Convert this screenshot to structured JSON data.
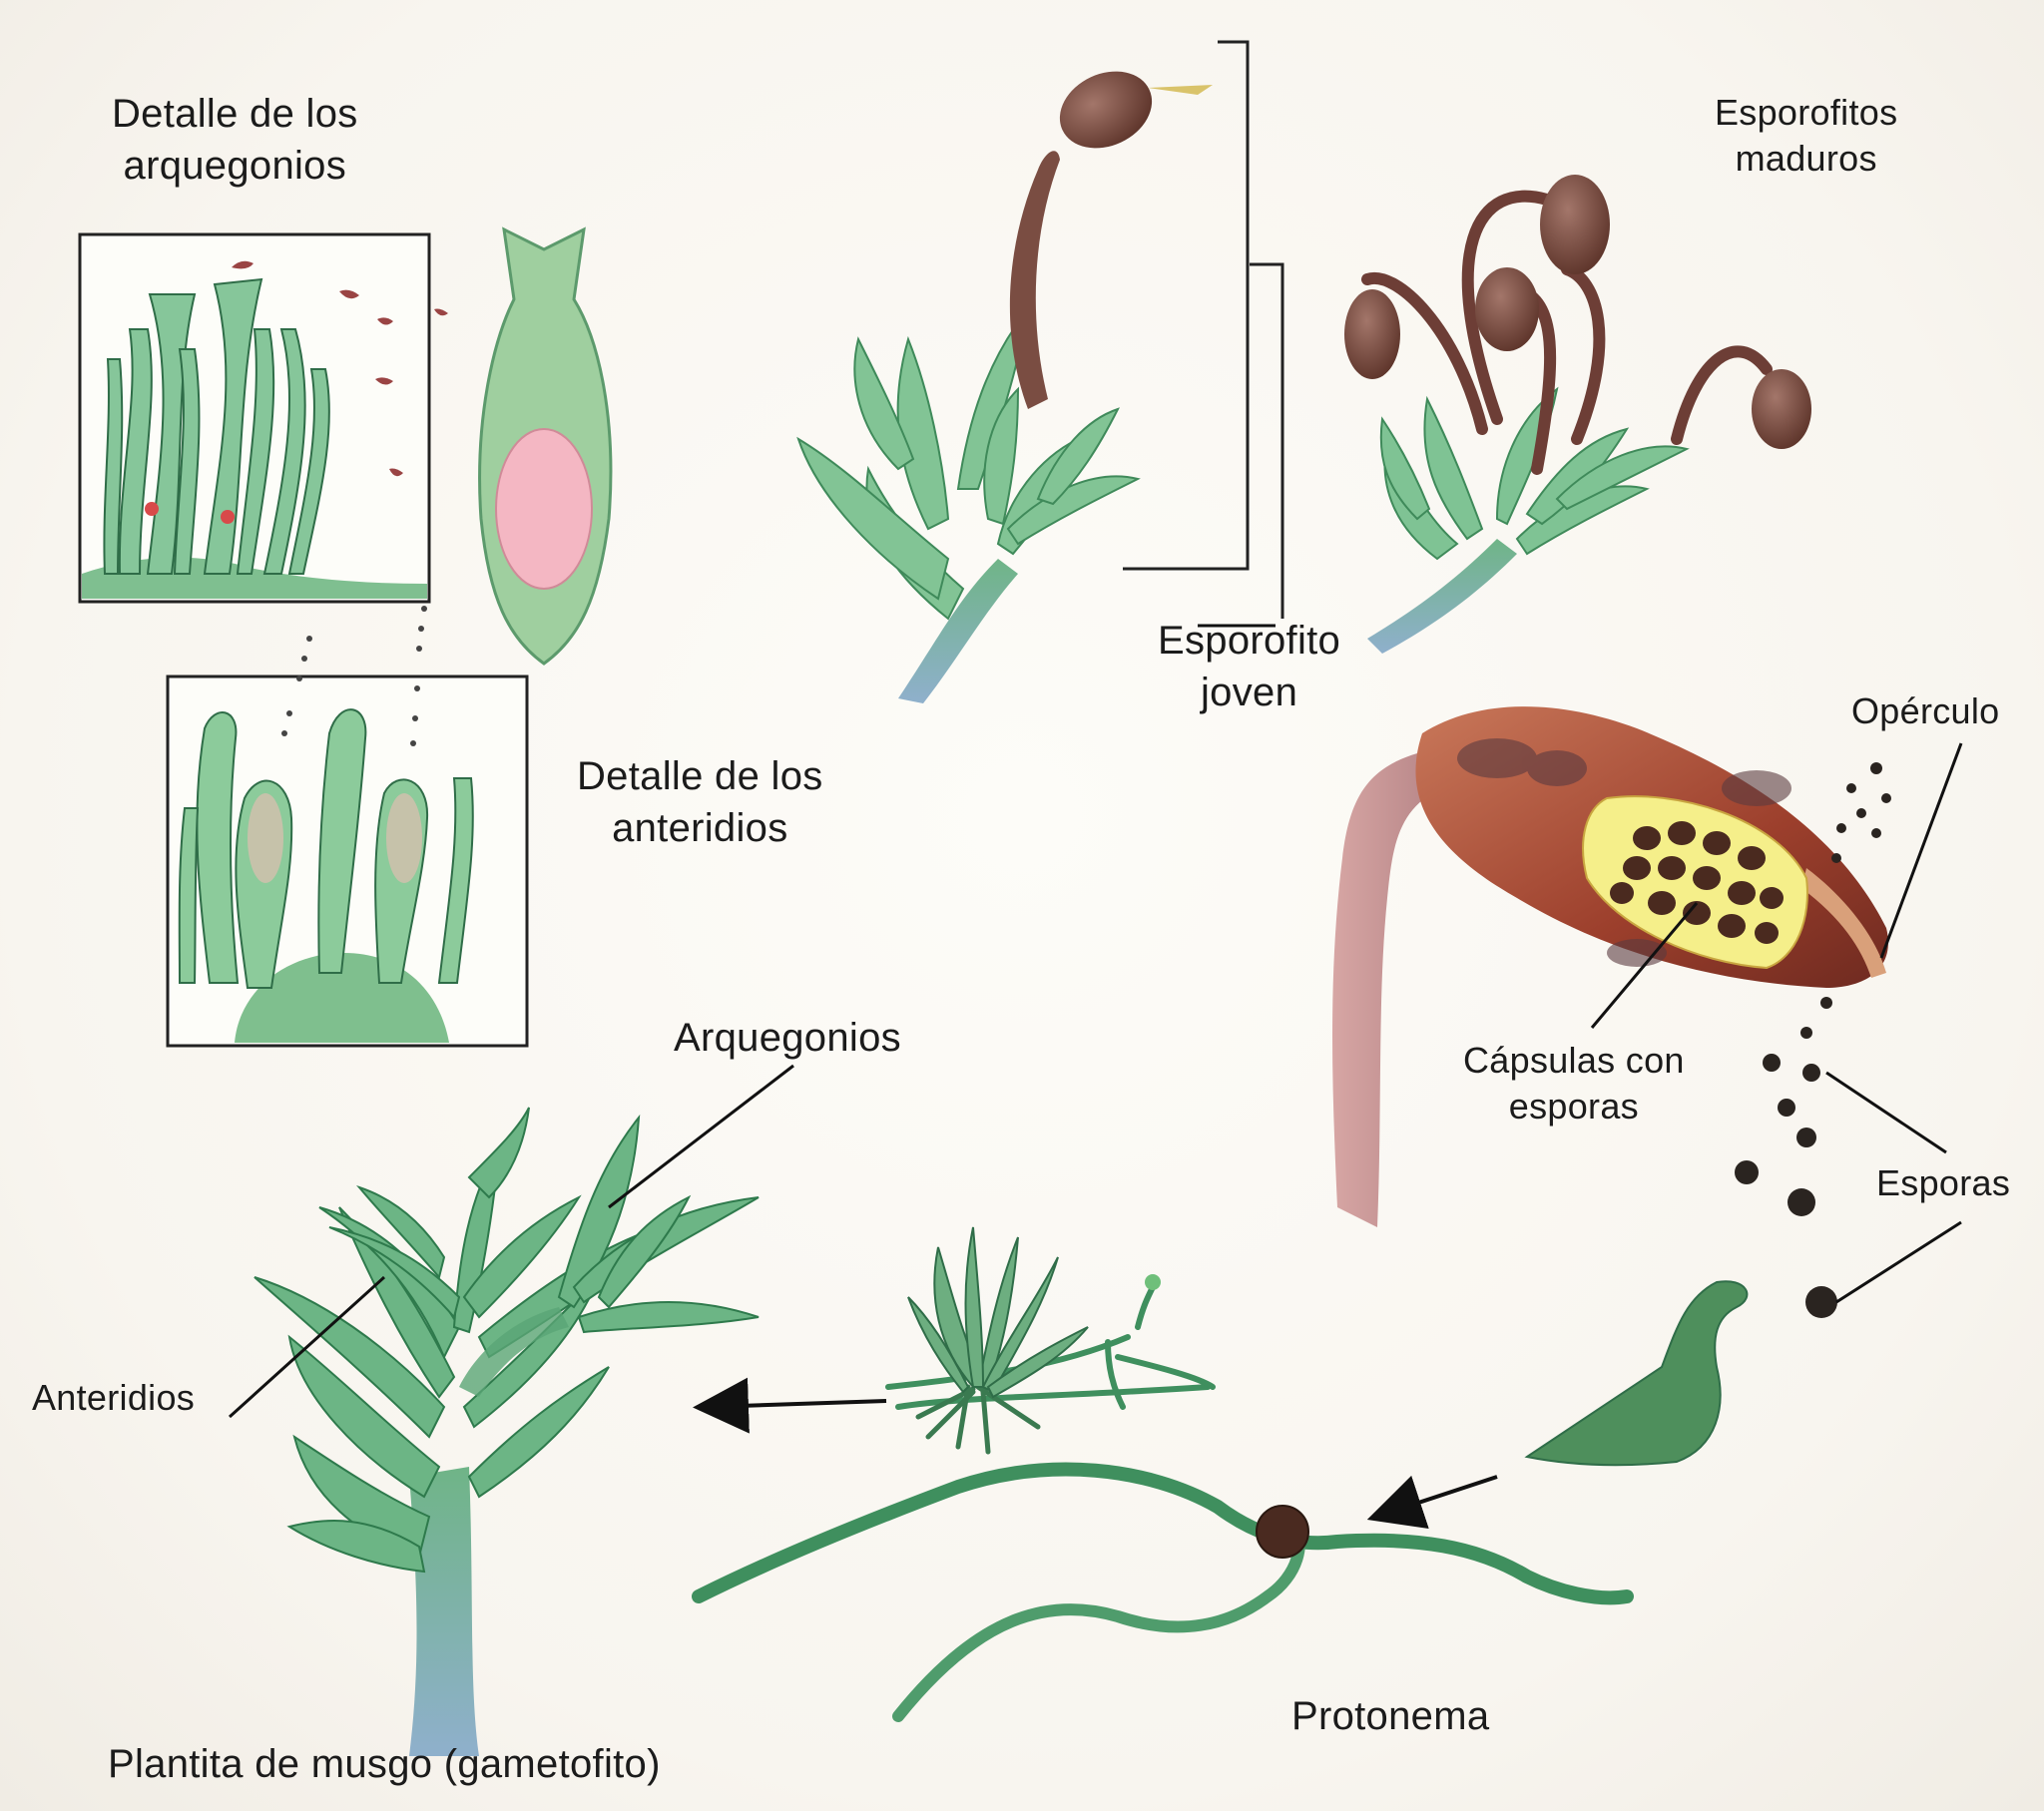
{
  "labels": {
    "archegonia_detail": [
      "Detalle de los",
      "arquegonios"
    ],
    "antheridia_detail": [
      "Detalle de los",
      "anteridios"
    ],
    "young_sporophyte": [
      "Esporofito",
      "joven"
    ],
    "mature_sporophytes": [
      "Esporofitos",
      "maduros"
    ],
    "operculum": "Opérculo",
    "capsules": [
      "Cápsulas con",
      "esporas"
    ],
    "spores": "Esporas",
    "archegonia": "Arquegonios",
    "antheridia": "Anteridios",
    "protonema": "Protonema",
    "gametophyte": "Plantita de musgo (gametofito)"
  },
  "colors": {
    "leaf_green": "#7cc08e",
    "leaf_dark": "#3f8a5a",
    "stem_blue": "#8fb4c8",
    "capsule_brown": "#7a4a3a",
    "capsule_red": "#b5543a",
    "spore_dark": "#2a2420",
    "egg_pink": "#f2b8c0",
    "capsule_yellow": "#f5ef8a"
  }
}
